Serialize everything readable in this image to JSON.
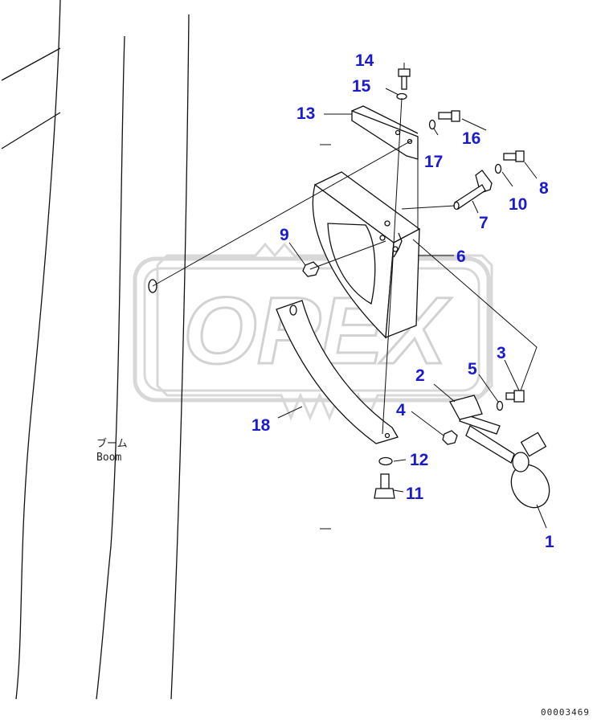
{
  "callouts": [
    {
      "label": "1"
    },
    {
      "label": "2"
    },
    {
      "label": "3"
    },
    {
      "label": "4"
    },
    {
      "label": "5"
    },
    {
      "label": "6"
    },
    {
      "label": "7"
    },
    {
      "label": "8"
    },
    {
      "label": "9"
    },
    {
      "label": "10"
    },
    {
      "label": "11"
    },
    {
      "label": "12"
    },
    {
      "label": "13"
    },
    {
      "label": "14"
    },
    {
      "label": "15"
    },
    {
      "label": "16"
    },
    {
      "label": "17"
    },
    {
      "label": "18"
    }
  ],
  "boom_label": {
    "japanese": "ブーム",
    "english": "Boom"
  },
  "watermark": {
    "text": "OPEX"
  },
  "document_number": "00003469",
  "colors": {
    "callout": "#1a1ad0",
    "ink": "#111111",
    "watermark": "#c8c8c8"
  }
}
